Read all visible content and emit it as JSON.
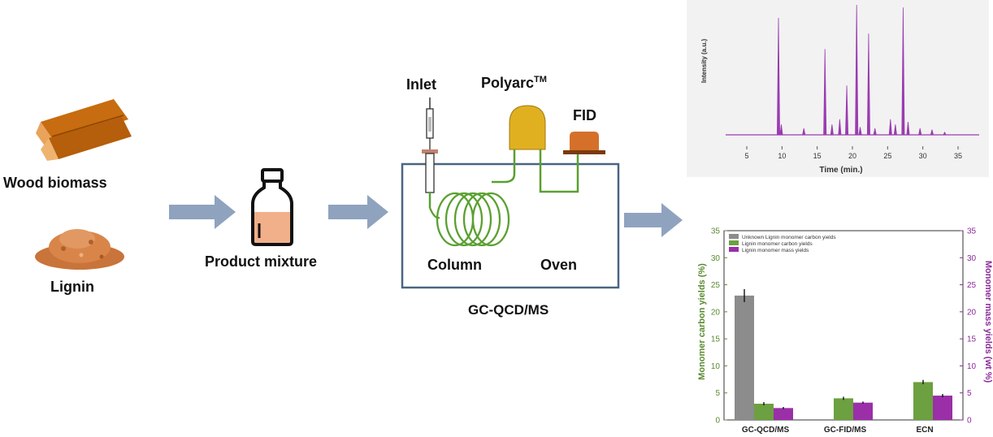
{
  "labels": {
    "wood": "Wood biomass",
    "lignin": "Lignin",
    "product": "Product mixture",
    "inlet": "Inlet",
    "polyarc": "Polyarc",
    "polyarc_tm": "TM",
    "fid": "FID",
    "column": "Column",
    "oven": "Oven",
    "gc": "GC-QCD/MS"
  },
  "colors": {
    "arrow": "#8fa3bf",
    "oven_box": "#4a6484",
    "coil": "#5aa030",
    "polyarc": "#e0b020",
    "fid": "#d4702a",
    "chromatogram": "#9a3cb0",
    "bar_unknown": "#8c8c8c",
    "bar_carbon": "#6ca040",
    "bar_mass": "#9a2fa8"
  },
  "icons": [
    "wood-log-icon",
    "lignin-powder-icon",
    "bottle-icon",
    "syringe-icon"
  ],
  "chart_data": [
    {
      "type": "line",
      "xlabel": "Time (min.)",
      "ylabel": "Intensity (a.u.)",
      "xlim": [
        2,
        38
      ],
      "xticks": [
        5,
        10,
        15,
        20,
        25,
        30,
        35
      ],
      "xtick_labels": [
        "5",
        "10",
        "15",
        "20",
        "25",
        "30",
        "35"
      ],
      "peaks": [
        {
          "x": 9.5,
          "h": 0.9
        },
        {
          "x": 9.9,
          "h": 0.08
        },
        {
          "x": 13.1,
          "h": 0.05
        },
        {
          "x": 16.1,
          "h": 0.66
        },
        {
          "x": 17.1,
          "h": 0.08
        },
        {
          "x": 18.2,
          "h": 0.12
        },
        {
          "x": 19.2,
          "h": 0.38
        },
        {
          "x": 20.6,
          "h": 1.0
        },
        {
          "x": 21.1,
          "h": 0.06
        },
        {
          "x": 22.3,
          "h": 0.78
        },
        {
          "x": 23.2,
          "h": 0.05
        },
        {
          "x": 25.4,
          "h": 0.12
        },
        {
          "x": 26.1,
          "h": 0.08
        },
        {
          "x": 27.2,
          "h": 0.98
        },
        {
          "x": 27.9,
          "h": 0.1
        },
        {
          "x": 29.6,
          "h": 0.05
        },
        {
          "x": 31.3,
          "h": 0.04
        },
        {
          "x": 33.1,
          "h": 0.02
        }
      ]
    },
    {
      "type": "bar",
      "categories": [
        "GC-QCD/MS",
        "GC-FID/MS",
        "ECN"
      ],
      "series": [
        {
          "name": "Unknown Lignin monomer carbon yields",
          "values": [
            23,
            null,
            null
          ],
          "axis": "left",
          "errors": [
            1.2,
            null,
            null
          ]
        },
        {
          "name": "Lignin monomer carbon yields",
          "values": [
            3,
            4,
            7
          ],
          "axis": "left",
          "errors": [
            0.3,
            0.3,
            0.4
          ]
        },
        {
          "name": "Lignin monomer mass yields",
          "values": [
            2.2,
            3.2,
            4.5
          ],
          "axis": "right",
          "errors": [
            0.2,
            0.2,
            0.3
          ]
        }
      ],
      "ylabel": "Monomer carbon yields (%)",
      "y2label": "Monomer mass yields (wt %)",
      "ylim": [
        0,
        35
      ],
      "y2lim": [
        0,
        35
      ],
      "yticks": [
        0,
        5,
        10,
        15,
        20,
        25,
        30,
        35
      ],
      "ytick_labels": [
        "0",
        "5",
        "10",
        "15",
        "20",
        "25",
        "30",
        "35"
      ],
      "legend": "top-left"
    }
  ]
}
